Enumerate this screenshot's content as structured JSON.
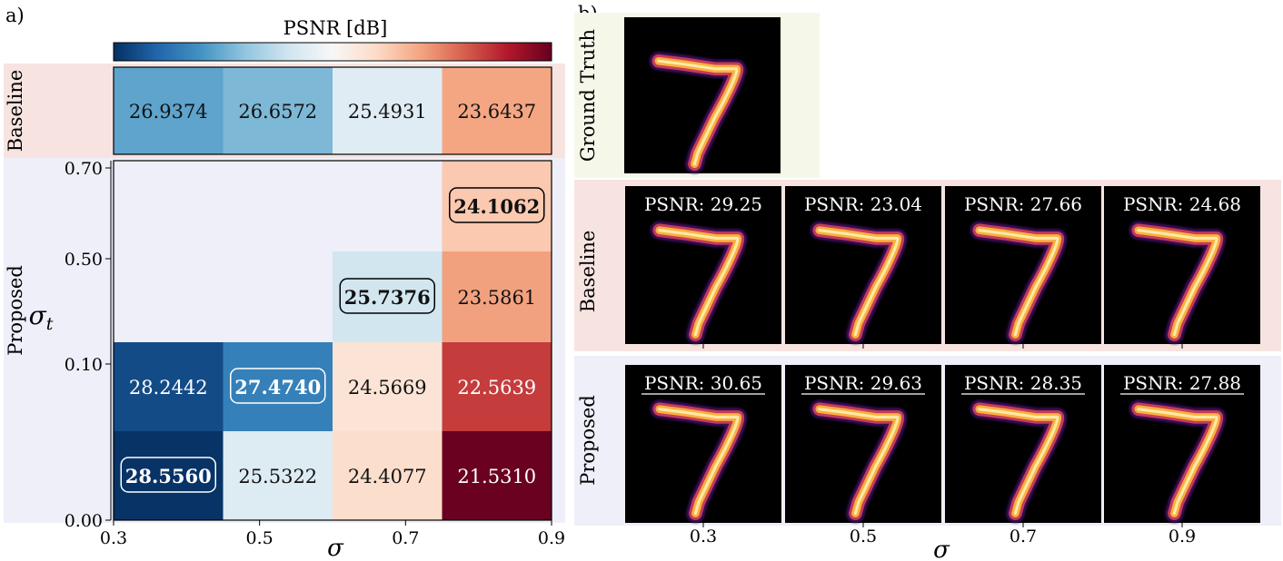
{
  "panel_a_label": "a)",
  "panel_b_label": "b)",
  "colormap": {
    "stops": [
      "#053061",
      "#2166ac",
      "#4393c3",
      "#92c5de",
      "#d1e5f0",
      "#f7f7f7",
      "#fddbc7",
      "#f4a582",
      "#d6604d",
      "#b2182b",
      "#67001f"
    ],
    "vmin": 21.5,
    "vmax": 28.6
  },
  "colors": {
    "baseline_band": "#f7e4e1",
    "proposed_band": "#eeeff8",
    "ground_truth_band": "#f5f8e9",
    "highlight_border": "#000000"
  },
  "chart_data": [
    {
      "type": "heatmap",
      "title": "",
      "colorbar_label": "PSNR [dB]",
      "xlabel": "σ",
      "ylabel": "σ_t",
      "x_ticks": [
        "0.3",
        "0.5",
        "0.7",
        "0.9"
      ],
      "y_ticks": [
        "0.00",
        "0.10",
        "0.50",
        "0.70"
      ],
      "band_labels": {
        "baseline": "Baseline",
        "proposed": "Proposed"
      },
      "baseline_row": [
        "26.9374",
        "26.6572",
        "25.4931",
        "23.6437"
      ],
      "proposed_rows": [
        {
          "sigma_t_range": "0.50–0.70",
          "values": [
            null,
            null,
            null,
            "24.1062"
          ],
          "best": [
            false,
            false,
            false,
            true
          ]
        },
        {
          "sigma_t_range": "0.10–0.50",
          "values": [
            null,
            null,
            "25.7376",
            "23.5861"
          ],
          "best": [
            false,
            false,
            true,
            false
          ]
        },
        {
          "sigma_t_range": "0.00–0.10 (upper)",
          "values": [
            "28.2442",
            "27.4740",
            "24.5669",
            "22.5639"
          ],
          "best": [
            false,
            true,
            false,
            false
          ]
        },
        {
          "sigma_t_range": "0.00–0.10 (lower)",
          "values": [
            "28.5560",
            "25.5322",
            "24.4077",
            "21.5310"
          ],
          "best": [
            true,
            false,
            false,
            false
          ]
        }
      ]
    },
    {
      "type": "image_grid",
      "xlabel": "σ",
      "x_ticks": [
        "0.3",
        "0.5",
        "0.7",
        "0.9"
      ],
      "ground_truth_label": "Ground Truth",
      "rows": [
        {
          "label": "Baseline",
          "psnr": [
            "PSNR: 29.25",
            "PSNR: 23.04",
            "PSNR: 27.66",
            "PSNR: 24.68"
          ],
          "underline": false
        },
        {
          "label": "Proposed",
          "psnr": [
            "PSNR: 30.65",
            "PSNR: 29.63",
            "PSNR: 28.35",
            "PSNR: 27.88"
          ],
          "underline": true
        }
      ]
    }
  ]
}
